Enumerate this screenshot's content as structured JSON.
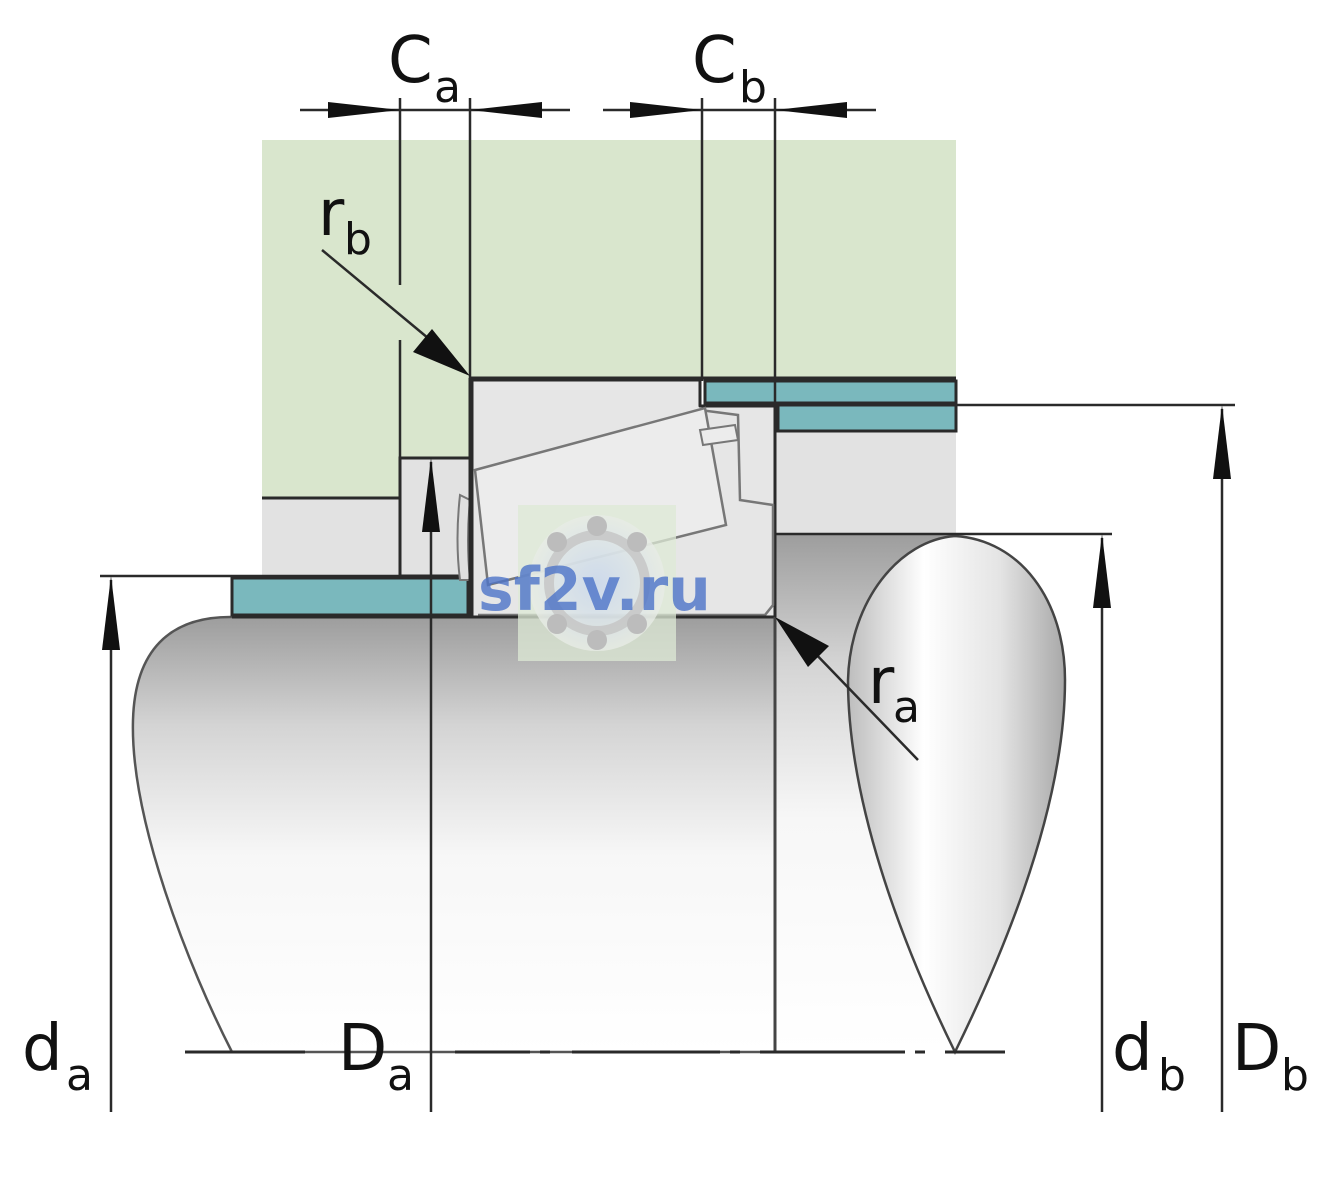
{
  "colors": {
    "housing": "#d9e6cd",
    "sleeve": "#7ab8bd",
    "part_grey": "#e2e2e2",
    "line": "#2a2a2a",
    "watermark": "#4d74c9"
  },
  "labels": {
    "Ca": {
      "main": "C",
      "sub": "a"
    },
    "Cb": {
      "main": "C",
      "sub": "b"
    },
    "rb": {
      "main": "r",
      "sub": "b"
    },
    "ra": {
      "main": "r",
      "sub": "a"
    },
    "da": {
      "main": "d",
      "sub": "a"
    },
    "Da": {
      "main": "D",
      "sub": "a"
    },
    "db": {
      "main": "d",
      "sub": "b"
    },
    "Db": {
      "main": "D",
      "sub": "b"
    }
  },
  "watermark": {
    "text": "sf2v.ru"
  }
}
